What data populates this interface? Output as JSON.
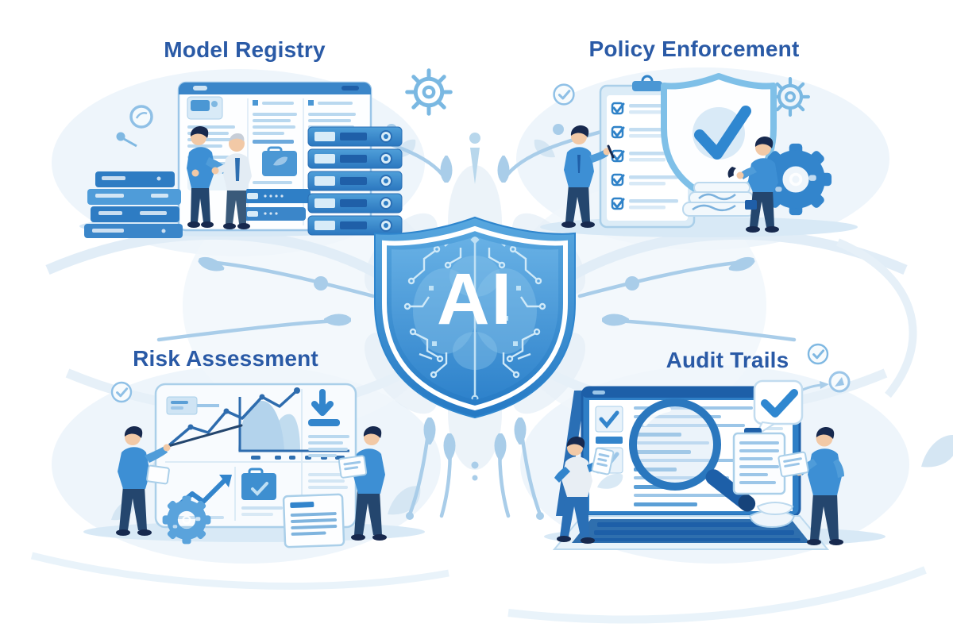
{
  "scene": {
    "center_badge": {
      "label": "AI",
      "description": "shield with circuit brain"
    },
    "sections": {
      "model_registry": {
        "title": "Model Registry"
      },
      "policy_enforcement": {
        "title": "Policy Enforcement"
      },
      "risk_assessment": {
        "title": "Risk Assessment"
      },
      "audit_trails": {
        "title": "Audit Trails"
      }
    },
    "palette": {
      "title_text": "#2a5aa6",
      "primary_blue": "#3385cc",
      "dark_blue": "#1f5fa8",
      "navy": "#24466e",
      "soft_arrow_blue": "#a9cde9",
      "background_tint": "#e9f2f9",
      "shield_top": "#58a7df",
      "shield_bottom": "#2579c4"
    },
    "icons": [
      "ai-shield-icon",
      "gear-icon",
      "check-circle-icon",
      "magnifier-icon",
      "shield-check-icon",
      "speech-bubble-check-icon",
      "magnifying-glass-icon",
      "download-icon",
      "briefcase-icon",
      "compass-icon"
    ]
  }
}
